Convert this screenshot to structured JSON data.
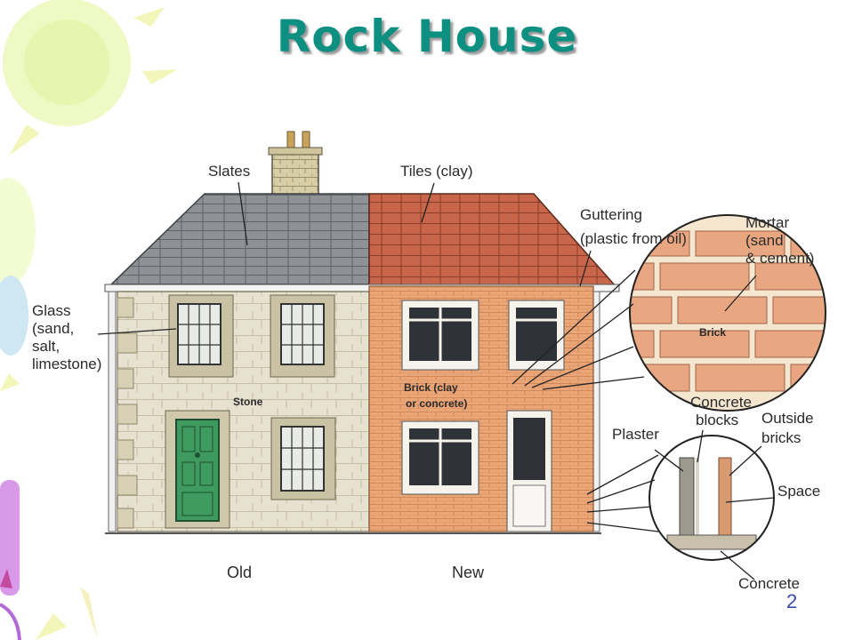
{
  "slide": {
    "title": "Rock House",
    "page_number": "2"
  },
  "diagram": {
    "labels": {
      "slates": "Slates",
      "tiles": "Tiles (clay)",
      "guttering_1": "Guttering",
      "guttering_2": "(plastic from oil)",
      "mortar_1": "Mortar",
      "mortar_2": "(sand",
      "mortar_3": "& cement)",
      "glass_1": "Glass",
      "glass_2": "(sand,",
      "glass_3": "salt,",
      "glass_4": "limestone)",
      "stone": "Stone",
      "brick_house_1": "Brick (clay",
      "brick_house_2": "or concrete)",
      "brick_detail": "Brick",
      "plaster": "Plaster",
      "concrete_blocks_1": "Concrete",
      "concrete_blocks_2": "blocks",
      "outside_bricks_1": "Outside",
      "outside_bricks_2": "bricks",
      "space": "Space",
      "concrete": "Concrete",
      "old": "Old",
      "new": "New"
    }
  }
}
